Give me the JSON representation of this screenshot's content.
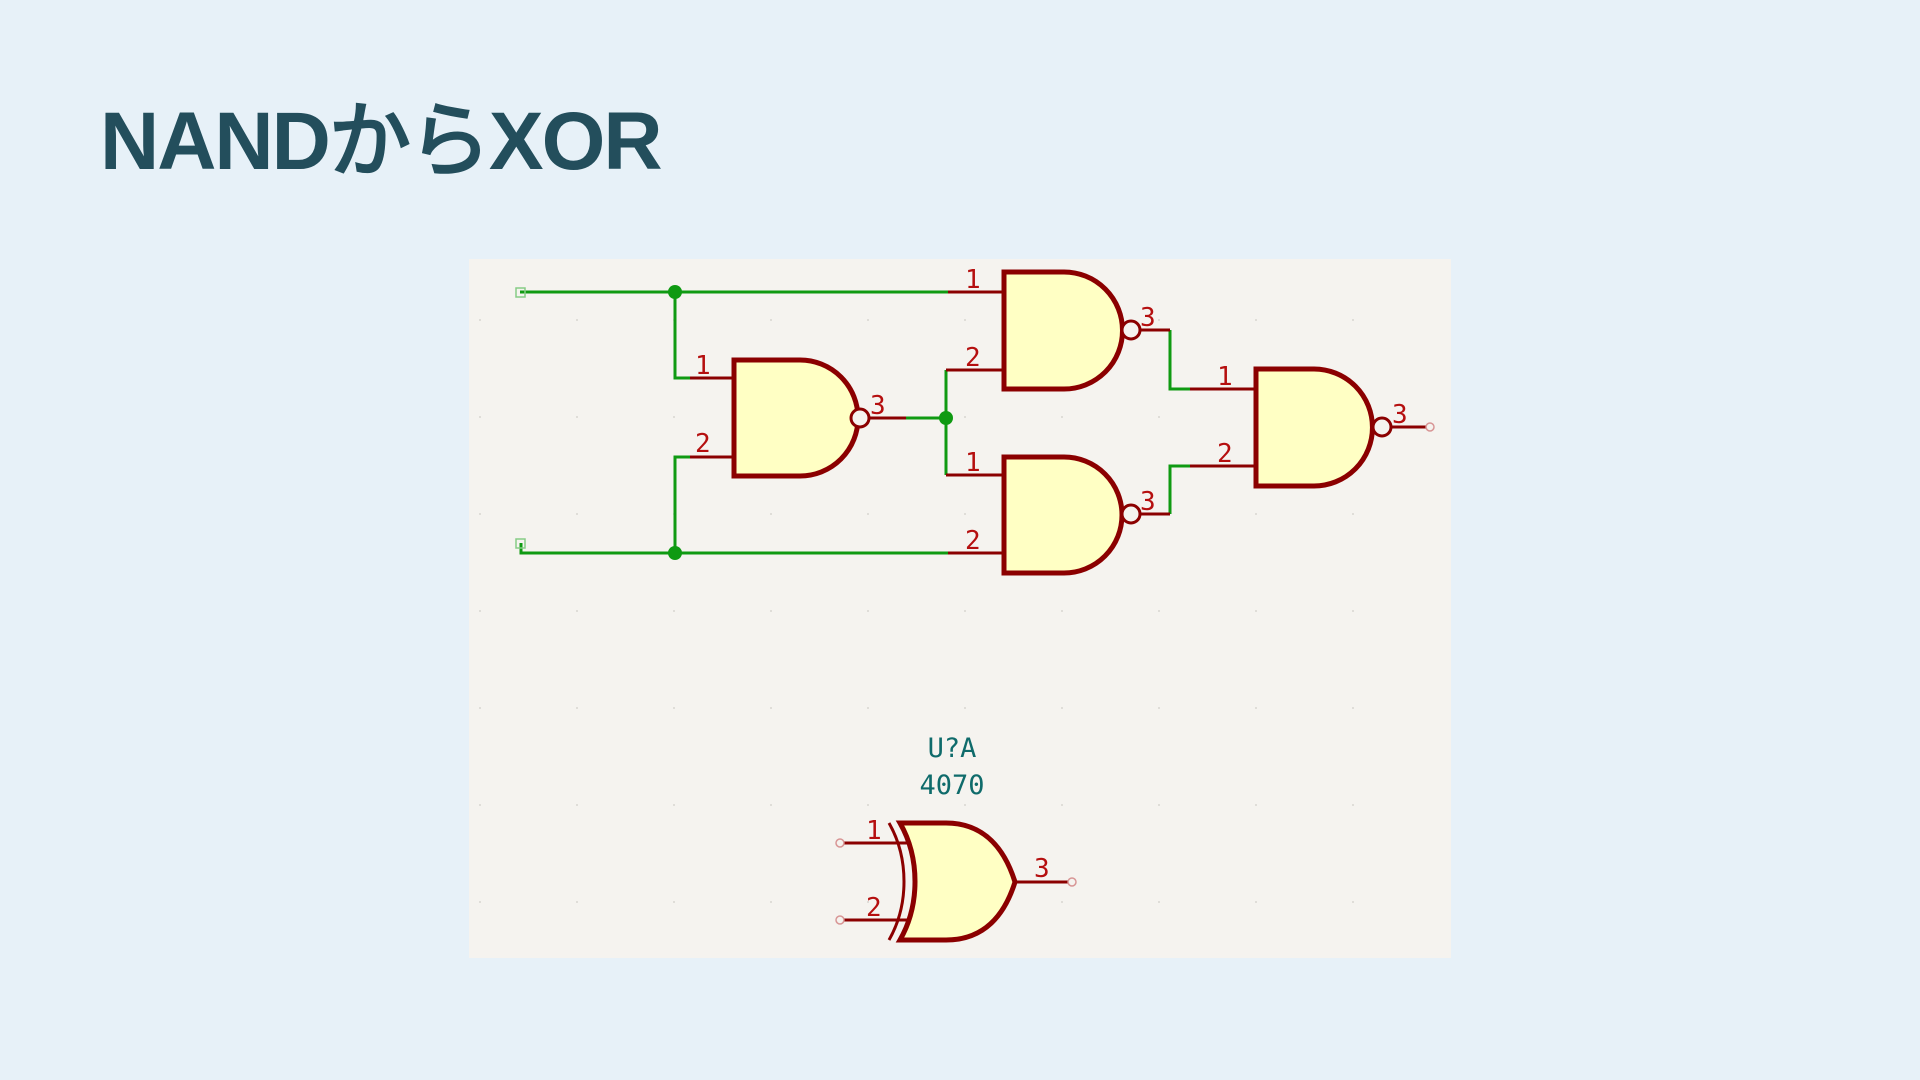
{
  "slide": {
    "title": "NANDからXOR"
  },
  "schematic": {
    "colors": {
      "wire": "#0f9a12",
      "pin": "#8b0000",
      "gate_fill": "#ffffc4",
      "pin_number": "#b50f0f",
      "reference_text": "#0f6b6b",
      "canvas": "#f5f3ef",
      "slide_background": "#e7f1f8",
      "title": "#234e5c"
    },
    "gates": [
      {
        "id": "nand-left",
        "type": "NAND",
        "pins": {
          "in1": "1",
          "in2": "2",
          "out": "3"
        }
      },
      {
        "id": "nand-top",
        "type": "NAND",
        "pins": {
          "in1": "1",
          "in2": "2",
          "out": "3"
        }
      },
      {
        "id": "nand-bottom",
        "type": "NAND",
        "pins": {
          "in1": "1",
          "in2": "2",
          "out": "3"
        }
      },
      {
        "id": "nand-right",
        "type": "NAND",
        "pins": {
          "in1": "1",
          "in2": "2",
          "out": "3"
        }
      }
    ],
    "xor_symbol": {
      "type": "XOR",
      "reference": "U?A",
      "value": "4070",
      "pins": {
        "in1": "1",
        "in2": "2",
        "out": "3"
      }
    }
  }
}
